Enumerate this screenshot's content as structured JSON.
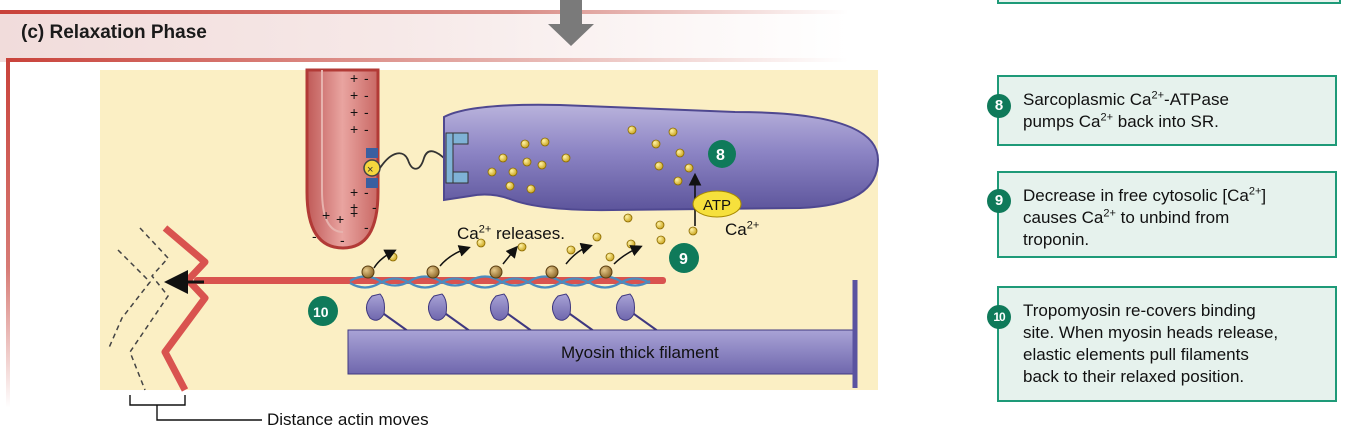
{
  "header": {
    "title": "(c) Relaxation Phase"
  },
  "diagram": {
    "ca_releases_prefix": "Ca",
    "ca_releases_sup": "2+",
    "ca_releases_suffix": " releases.",
    "ca_label": "Ca",
    "ca_label_sup": "2+",
    "atp_label": "ATP",
    "myosin_label": "Myosin thick filament",
    "distance_caption": "Distance actin moves",
    "badge_8": "8",
    "badge_9": "9",
    "badge_10": "10"
  },
  "steps": [
    {
      "number": "8",
      "line1_a": "Sarcoplasmic Ca",
      "line1_sup": "2+",
      "line1_b": "-ATPase",
      "line2_a": "pumps Ca",
      "line2_sup": "2+",
      "line2_b": " back into SR."
    },
    {
      "number": "9",
      "line1_a": "Decrease in free cytosolic [Ca",
      "line1_sup": "2+",
      "line1_b": "]",
      "line2_a": "causes Ca",
      "line2_sup": "2+",
      "line2_b": " to unbind from",
      "line3": "troponin."
    },
    {
      "number": "10",
      "line1": "Tropomyosin re-covers binding",
      "line2": "site. When myosin heads release,",
      "line3": "elastic elements pull filaments",
      "line4": "back to their relaxed position."
    }
  ],
  "colors": {
    "accent": "#1e9a78",
    "badge": "#0f7a5a",
    "header_red": "#c9423a"
  }
}
